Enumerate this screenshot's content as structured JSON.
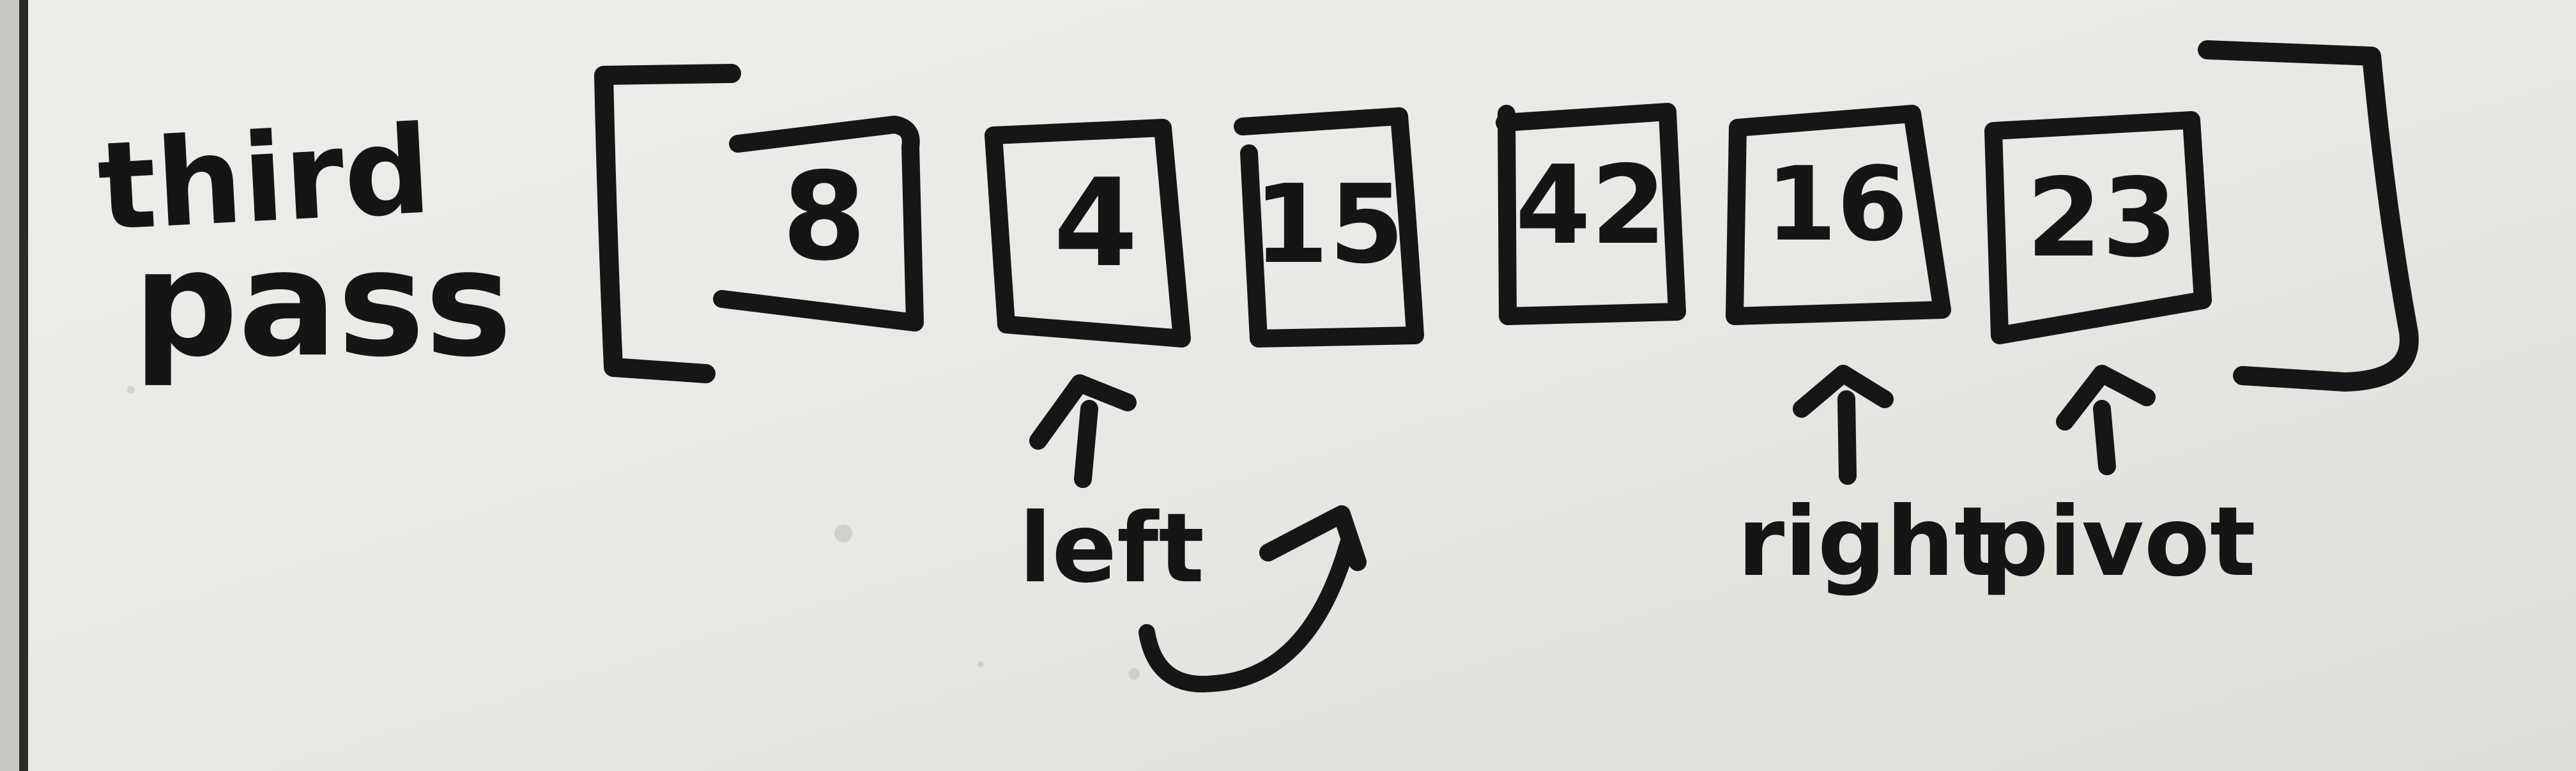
{
  "heading": {
    "line1": "third",
    "line2": "pass"
  },
  "array": {
    "cells": [
      {
        "value": "8"
      },
      {
        "value": "4"
      },
      {
        "value": "15"
      },
      {
        "value": "42"
      },
      {
        "value": "16"
      },
      {
        "value": "23"
      }
    ]
  },
  "pointers": {
    "left": "left",
    "right": "right",
    "pivot": "pivot"
  },
  "colors": {
    "ink": "#161616",
    "board": "#ecebe7",
    "frame": "#2a2a2a"
  }
}
